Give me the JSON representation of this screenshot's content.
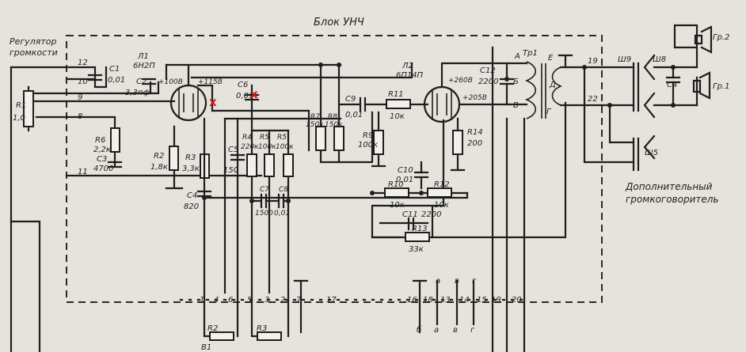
{
  "block_title": "Блок УНЧ",
  "volume_label_1": "Регулятор",
  "volume_label_2": "громкости",
  "extra_speaker_label_1": "Дополнительный",
  "extra_speaker_label_2": "громкоговоритель",
  "tube1": {
    "ref": "Л1",
    "type": "6Н2П"
  },
  "tube2": {
    "ref": "Л2",
    "type": "6П14П"
  },
  "transformer": {
    "ref": "Тр1"
  },
  "speakers": {
    "gr1": "Гр.1",
    "gr2": "Гр.2"
  },
  "jacks": {
    "sh5": "Ш5",
    "sh8": "Ш8",
    "sh9": "Ш9"
  },
  "volt": {
    "v115": "+115В",
    "v100": "+100В",
    "v260": "+260В",
    "v205": "+205В"
  },
  "components": {
    "r1": {
      "ref": "R1",
      "val": "1,0"
    },
    "c1": {
      "ref": "C1",
      "val": "0,01"
    },
    "c2": {
      "ref": "C2",
      "val": "3,3пф"
    },
    "r6": {
      "ref": "R6",
      "val": "2,2к"
    },
    "c3": {
      "ref": "C3",
      "val": "4700"
    },
    "r2": {
      "ref": "R2",
      "val": "1,8к"
    },
    "r3": {
      "ref": "R3",
      "val": "3,3к"
    },
    "c4": {
      "ref": "C4",
      "val": "820"
    },
    "c5": {
      "ref": "C5",
      "val": "150"
    },
    "r4": {
      "ref": "R4",
      "val": "220к"
    },
    "r5a": {
      "ref": "R5",
      "val": "100к"
    },
    "r5b": {
      "ref": "R5",
      "val": "100к"
    },
    "c6": {
      "ref": "C6",
      "val": "0,01"
    },
    "c7": {
      "ref": "C7",
      "val": "1500"
    },
    "c8": {
      "ref": "C8",
      "val": "0,01"
    },
    "r7": {
      "ref": "R7",
      "val": "150к"
    },
    "r8": {
      "ref": "R8",
      "val": "150к"
    },
    "c9": {
      "ref": "C9",
      "val": "0,01"
    },
    "r11": {
      "ref": "R11",
      "val": "10к"
    },
    "r9": {
      "ref": "R9",
      "val": "100к"
    },
    "r14": {
      "ref": "R14",
      "val": "200"
    },
    "c10": {
      "ref": "C10",
      "val": "0,01"
    },
    "r10": {
      "ref": "R10",
      "val": "10к"
    },
    "r12": {
      "ref": "R12",
      "val": "10к"
    },
    "c11": {
      "ref": "C11",
      "val": "2200"
    },
    "r13": {
      "ref": "R13",
      "val": "33к"
    },
    "c12": {
      "ref": "C12",
      "val": "2200"
    },
    "c4b": {
      "ref": "C4",
      "val": ""
    }
  },
  "terminals_left": [
    "12",
    "10",
    "9",
    "8",
    "11"
  ],
  "bottom_pins": [
    "1",
    "4",
    "6",
    "5",
    "3",
    "2",
    "7",
    "17"
  ],
  "bottom_pins_right": [
    "16",
    "18",
    "13",
    "14",
    "15",
    "19",
    "20"
  ],
  "bottom_letters_top": [
    "а",
    "в",
    "г"
  ],
  "bottom_letters_bottom": [
    "б",
    "а",
    "в",
    "г"
  ],
  "ext_pots": {
    "r2": "R2",
    "r3": "R3",
    "b1": "В1"
  },
  "tr_pins": [
    "А",
    "Б",
    "В",
    "Г",
    "Е",
    "Д"
  ],
  "out_terms": [
    "19",
    "22"
  ]
}
